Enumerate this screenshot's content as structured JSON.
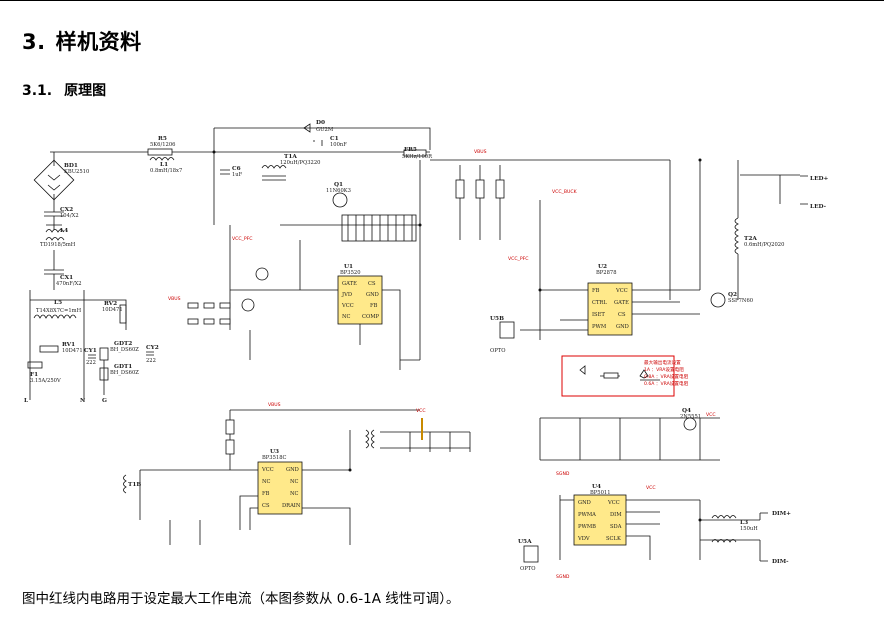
{
  "section": {
    "number": "3.",
    "title": "样机资料"
  },
  "subsection": {
    "number": "3.1.",
    "title": "原理图"
  },
  "caption": "图中红线内电路用于设定最大工作电流（本图参数从 0.6-1A 线性可调）。",
  "schematic": {
    "components": {
      "r5": "R5",
      "r5v": "5K6/1206",
      "l1": "L1",
      "l1v": "0.8mH/18x7",
      "bd1": "BD1",
      "bd1v": "KBU2510",
      "cx2": "CX2",
      "cx2v": "104/X2",
      "l4": "L4",
      "l4v": "TD1918/5mH",
      "cx1": "CX1",
      "cx1v": "470nF/X2",
      "l5": "L5",
      "l5v": "T14X8X7C=1mH",
      "rv1": "RV1",
      "rv1v": "10D471",
      "rv2": "RV2",
      "rv2v": "10D471",
      "f1": "F1",
      "f1v": "3.15A/250V",
      "gdt1": "GDT1",
      "gdt1v": "BH_DS60Z",
      "gdt2": "GDT2",
      "gdt2v": "BH_DS60Z",
      "cy1": "CY1",
      "cy1v": "222",
      "cy2": "CY2",
      "cy2v": "222",
      "l": "L",
      "n": "N",
      "g": "G",
      "d0": "D0",
      "d0v": "GU2M",
      "c1": "C1",
      "c1v": "100nF",
      "c6": "C6",
      "c6v": "1uF",
      "t1a": "T1A",
      "t1av": "120uH/PQ3220",
      "q1": "Q1",
      "q1v": "11N60K3",
      "fr5": "FR5",
      "fr5v": "5KHz/100R",
      "u1": "U1",
      "u1v": "BP3520",
      "u1p": [
        "GATE",
        "CS",
        "JVD",
        "GND",
        "VCC",
        "FB",
        "NC",
        "COMP"
      ],
      "u2": "U2",
      "u2v": "BP2878",
      "u2p": [
        "FB",
        "VCC",
        "CTRL",
        "GATE",
        "ISET",
        "CS",
        "PWM",
        "GND"
      ],
      "u3": "U3",
      "u3v": "BP3518C",
      "u3p": [
        "VCC",
        "GND",
        "NC",
        "NC",
        "FB",
        "NC",
        "CS",
        "DRAIN"
      ],
      "u4": "U4",
      "u4v": "BP5011",
      "u4p": [
        "GND",
        "VCC",
        "PWMA",
        "DIM",
        "PWMB",
        "SDA",
        "VDV",
        "SCLK"
      ],
      "q2": "Q2",
      "q2v": "SSF7N60",
      "q4": "Q4",
      "q4v": "2N5551",
      "t2a": "T2A",
      "t2av": "0.6mH/PQ2020",
      "l3": "L3",
      "l3v": "150uH",
      "u5b": "U5B",
      "u5bv": "OPTO",
      "u5a": "U5A",
      "u5av": "OPTO",
      "t1b": "T1B",
      "vcc": "VCC",
      "vcc_pfc": "VCC_PFC",
      "vcc_buck": "VCC_BUCK",
      "vbus": "VBUS",
      "sgnd": "SGND",
      "led_p": "LED+",
      "led_n": "LED-",
      "dim_p": "DIM+",
      "dim_n": "DIM-",
      "red_note": [
        "最大输出电流设置",
        "1A ：VRA设置电阻",
        "0.8A ：VRA设置电阻",
        "0.6A ：VRA设置电阻"
      ]
    }
  }
}
